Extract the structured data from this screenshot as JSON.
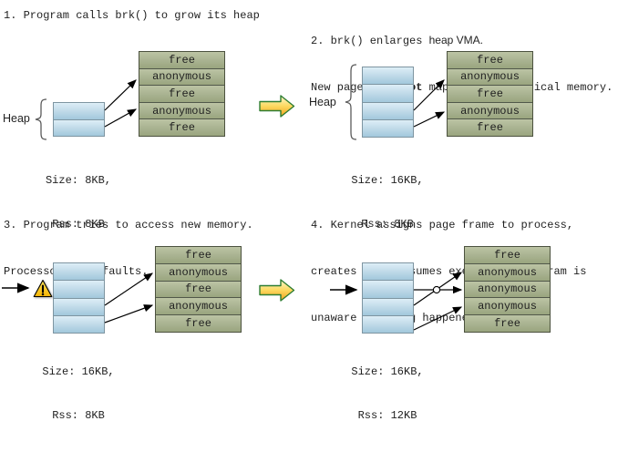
{
  "diagram": {
    "step1": {
      "title": "1. Program calls brk() to grow its heap",
      "heap_label": "Heap",
      "cells": [
        "free",
        "anonymous",
        "free",
        "anonymous",
        "free"
      ],
      "size": "Size: 8KB,",
      "rss": "Rss: 8KB"
    },
    "step2": {
      "title_mono": "2. brk() enlarges",
      "title_prop": "heap VMA.",
      "line2_pre": "New pages are",
      "line2_bold": "not",
      "line2_post": "mapped onto physical memory.",
      "heap_label": "Heap",
      "cells": [
        "free",
        "anonymous",
        "free",
        "anonymous",
        "free"
      ],
      "size": "Size: 16KB,",
      "rss": "Rss: 8KB"
    },
    "step3": {
      "title_line1": "3. Program tries to access new memory.",
      "title_line2": "Processor page faults.",
      "cells": [
        "free",
        "anonymous",
        "free",
        "anonymous",
        "free"
      ],
      "size": "Size: 16KB,",
      "rss": "Rss: 8KB"
    },
    "step4": {
      "title_line1": "4. Kernel assigns page frame to process,",
      "title_line2": "creates PTE, resumes execution. Program is",
      "title_line3": "unaware anything happened.",
      "cells": [
        "free",
        "anonymous",
        "anonymous",
        "anonymous",
        "free"
      ],
      "size": "Size: 16KB,",
      "rss": "Rss: 12KB"
    },
    "icons": {
      "flow_arrow": "block-arrow-right",
      "warning": "warning-triangle",
      "pointer": "access-pointer-arrow",
      "brace": "curly-brace"
    },
    "colors": {
      "vma_fill": "#a8b290",
      "vma_border": "#4c523f",
      "heap_fill_top": "#ddeef7",
      "heap_fill_bottom": "#a2c8dc",
      "heap_border": "#7e95a1",
      "flow_arrow_border": "#2e7d32",
      "flow_arrow_top": "#fdf7cf",
      "flow_arrow_bottom": "#f1a21f",
      "warning_fill": "#fcc203",
      "connector": "#000000"
    }
  }
}
